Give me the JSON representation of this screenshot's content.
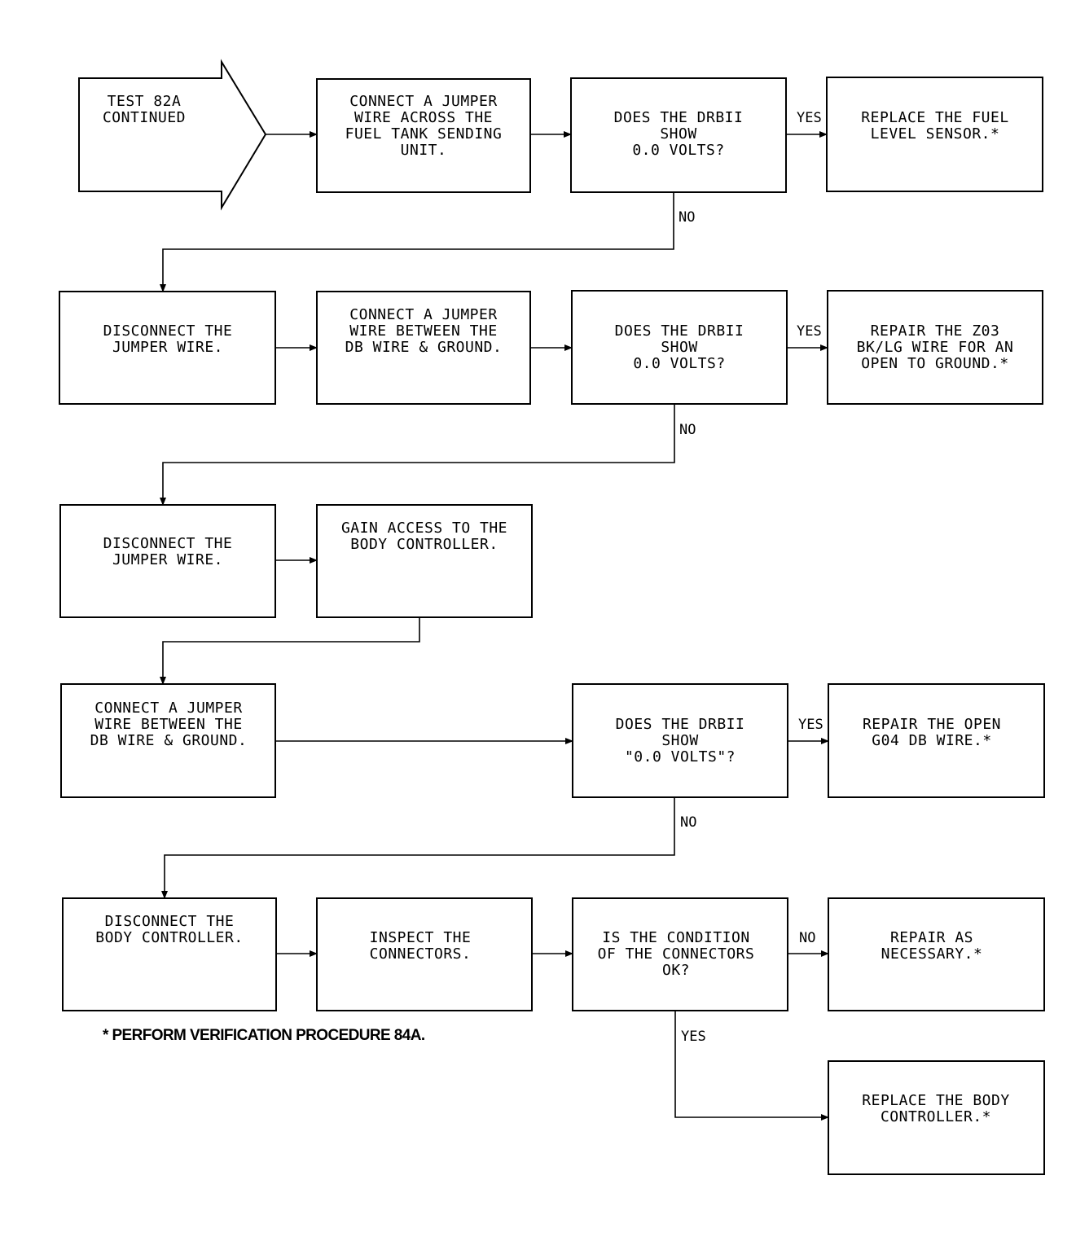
{
  "start": {
    "lines": [
      "TEST 82A",
      "CONTINUED"
    ]
  },
  "boxes": {
    "r1_connect_jumper": {
      "lines": [
        "CONNECT A JUMPER",
        "WIRE ACROSS THE",
        "FUEL TANK SENDING",
        "UNIT."
      ]
    },
    "r1_does_drbii": {
      "lines": [
        "DOES THE DRBII",
        "SHOW",
        "0.0 VOLTS?"
      ]
    },
    "r1_replace_sensor": {
      "lines": [
        "REPLACE THE FUEL",
        "LEVEL SENSOR.*"
      ]
    },
    "r2_disconnect_jumper": {
      "lines": [
        "DISCONNECT THE",
        "JUMPER WIRE."
      ]
    },
    "r2_connect_jumper": {
      "lines": [
        "CONNECT A JUMPER",
        "WIRE BETWEEN THE",
        "DB WIRE & GROUND."
      ]
    },
    "r2_does_drbii": {
      "lines": [
        "DOES THE DRBII",
        "SHOW",
        "0.0 VOLTS?"
      ]
    },
    "r2_repair_z03": {
      "lines": [
        "REPAIR THE Z03",
        "BK/LG WIRE FOR AN",
        "OPEN TO GROUND.*"
      ]
    },
    "r3_disconnect_jumper": {
      "lines": [
        "DISCONNECT THE",
        "JUMPER WIRE."
      ]
    },
    "r3_gain_access": {
      "lines": [
        "GAIN ACCESS TO THE",
        "BODY CONTROLLER."
      ]
    },
    "r4_connect_jumper": {
      "lines": [
        "CONNECT A JUMPER",
        "WIRE BETWEEN THE",
        "DB WIRE & GROUND."
      ]
    },
    "r4_does_drbii": {
      "lines": [
        "DOES THE DRBII",
        "SHOW",
        "\"0.0 VOLTS\"?"
      ]
    },
    "r4_repair_g04": {
      "lines": [
        "REPAIR THE OPEN",
        "G04 DB WIRE.*"
      ]
    },
    "r5_disconnect_body": {
      "lines": [
        "DISCONNECT THE",
        "BODY CONTROLLER."
      ]
    },
    "r5_inspect": {
      "lines": [
        "INSPECT THE",
        "CONNECTORS."
      ]
    },
    "r5_condition": {
      "lines": [
        "IS THE CONDITION",
        "OF THE CONNECTORS",
        "OK?"
      ]
    },
    "r5_repair_as_necessary": {
      "lines": [
        "REPAIR AS",
        "NECESSARY.*"
      ]
    },
    "r6_replace_body": {
      "lines": [
        "REPLACE THE BODY",
        "CONTROLLER.*"
      ]
    }
  },
  "labels": {
    "yes_1": "YES",
    "no_1": "NO",
    "yes_2": "YES",
    "no_2": "NO",
    "yes_4": "YES",
    "no_4": "NO",
    "no_5": "NO",
    "yes_5": "YES"
  },
  "footnote": "* PERFORM VERIFICATION PROCEDURE 84A."
}
